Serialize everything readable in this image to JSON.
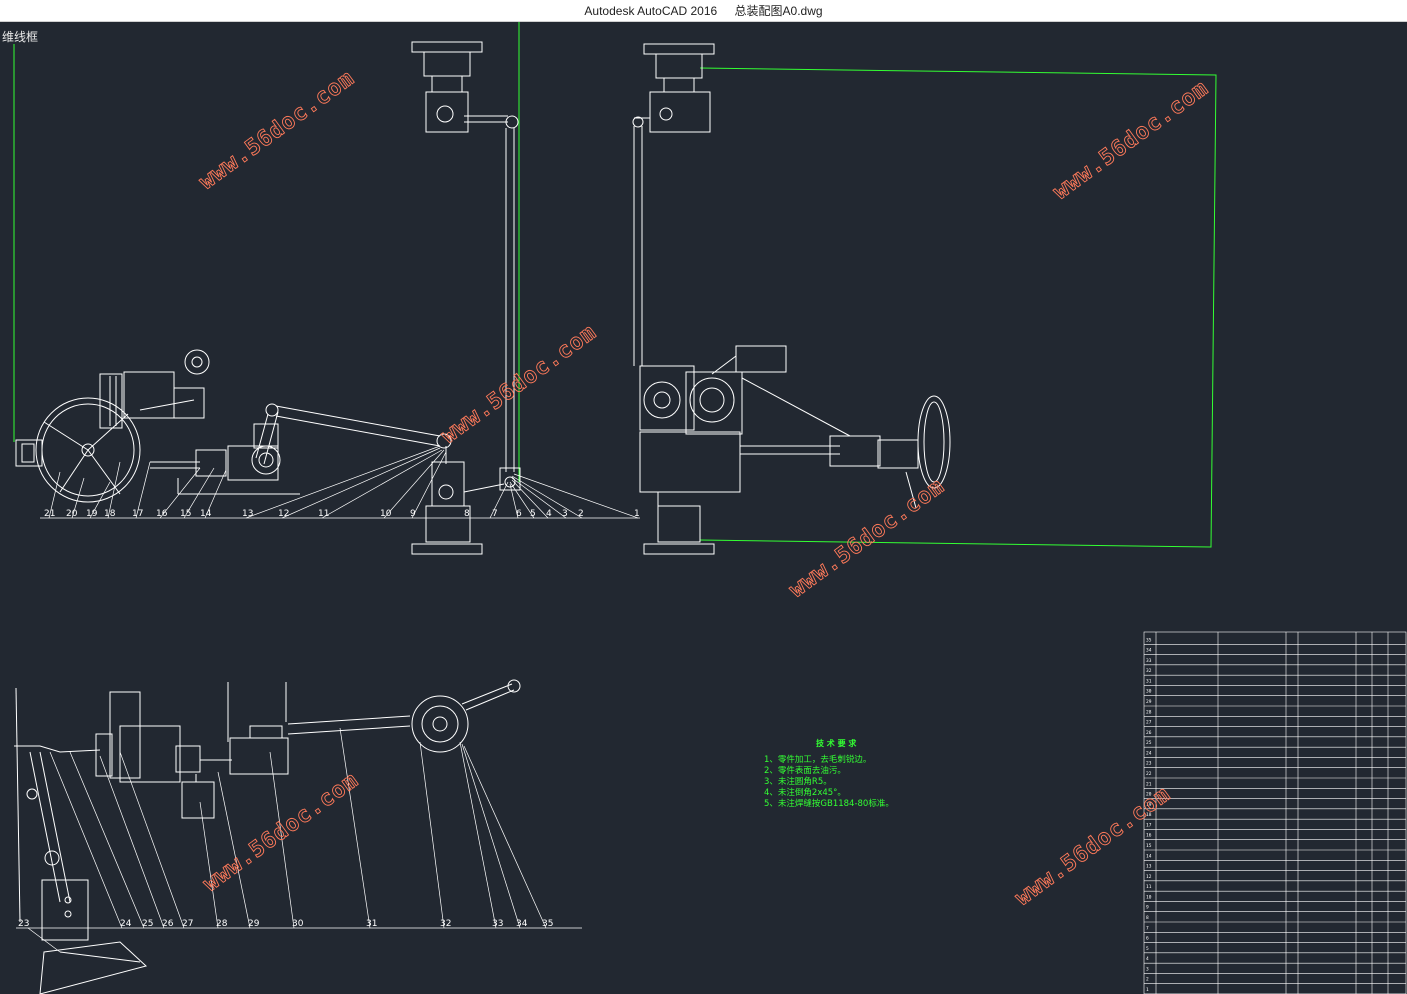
{
  "window": {
    "app_title": "Autodesk AutoCAD 2016",
    "file_name": "总装配图A0.dwg"
  },
  "viewport": {
    "view_label": "维线框"
  },
  "drawing": {
    "balloons_top": [
      "21",
      "20",
      "19",
      "18",
      "17",
      "16",
      "15",
      "14",
      "13",
      "12",
      "11",
      "10",
      "9",
      "8",
      "7",
      "6",
      "5",
      "4",
      "3",
      "2",
      "1"
    ],
    "balloons_bottom": [
      "23",
      "24",
      "25",
      "26",
      "27",
      "28",
      "29",
      "30",
      "31",
      "32",
      "33",
      "34",
      "35"
    ],
    "watermark_text": "www.56doc.com",
    "tech_requirements": {
      "title": "技 术 要 求",
      "items": [
        "1、零件加工，去毛刺锐边。",
        "2、零件表面去油污。",
        "3、未注圆角R5。",
        "4、未注倒角2x45°。",
        "5、未注焊缝按GB1184-80标准。"
      ]
    },
    "bom_rows": [
      "35",
      "34",
      "33",
      "32",
      "31",
      "30",
      "29",
      "28",
      "27",
      "26",
      "25",
      "24",
      "23",
      "22",
      "21",
      "20",
      "19",
      "18",
      "17",
      "16",
      "15",
      "14",
      "13",
      "12",
      "11",
      "10",
      "9",
      "8",
      "7",
      "6",
      "5",
      "4",
      "3",
      "2",
      "1"
    ]
  },
  "colors": {
    "background": "#222831",
    "line": "#ffffff",
    "frame": "#33ff33",
    "watermark": "#ff7a5a",
    "annotation": "#33ff33"
  }
}
